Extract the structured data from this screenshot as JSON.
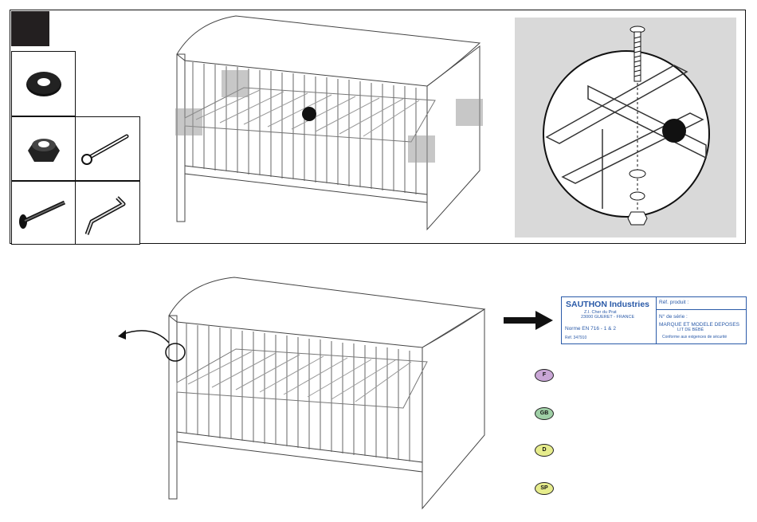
{
  "step": {
    "square_color": "#231f20"
  },
  "parts": [
    {
      "name": "washer-icon"
    },
    {
      "name": "lock-nut-icon"
    },
    {
      "name": "spanner-icon"
    },
    {
      "name": "bolt-icon"
    },
    {
      "name": "allen-key-icon"
    }
  ],
  "label": {
    "company": "SAUTHON Industries",
    "address_line1": "Z.I. Cher du Prat",
    "address_line2": "23000 GUERET - FRANCE",
    "norme": "Norme EN 716 - 1 & 2",
    "ref_code": "Réf. 347910",
    "ref_produit": "Réf. produit :",
    "serie": "N° de série :",
    "marque_line1": "MARQUE ET MODELE DEPOSES",
    "marque_line2": "LIT DE BÉBÉ",
    "conforme": "Conforme aux exigences de sécurité",
    "border_color": "#2a5aa8"
  },
  "languages": [
    {
      "code": "F",
      "color": "#c9a6d6"
    },
    {
      "code": "GB",
      "color": "#9fcfa6"
    },
    {
      "code": "D",
      "color": "#e6ec8c"
    },
    {
      "code": "SP",
      "color": "#e6ec8c"
    }
  ]
}
